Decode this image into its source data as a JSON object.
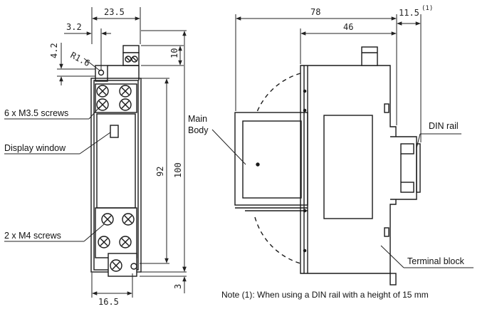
{
  "front_view": {
    "dims": {
      "width": "23.5",
      "slot_offset": "3.2",
      "slot_height": "4.2",
      "radius": "R1.6",
      "top_terminal": "10",
      "screw_pitch": "92",
      "height": "100",
      "bottom_offset": "3",
      "bottom_width": "16.5"
    },
    "callouts": {
      "screws_small": "6 x M3.5 screws",
      "display": "Display window",
      "screws_large": "2 x M4 screws"
    }
  },
  "side_view": {
    "dims": {
      "depth": "78",
      "body_depth": "46",
      "rail_extra": "11.5",
      "rail_note_ref": "(1)"
    },
    "callouts": {
      "main_body_line1": "Main",
      "main_body_line2": "Body",
      "din_rail": "DIN rail",
      "terminal_block": "Terminal block"
    }
  },
  "note": "Note (1): When using a DIN rail with a height of 15 mm",
  "colors": {
    "line": "#1a1a1a",
    "background": "#ffffff"
  }
}
